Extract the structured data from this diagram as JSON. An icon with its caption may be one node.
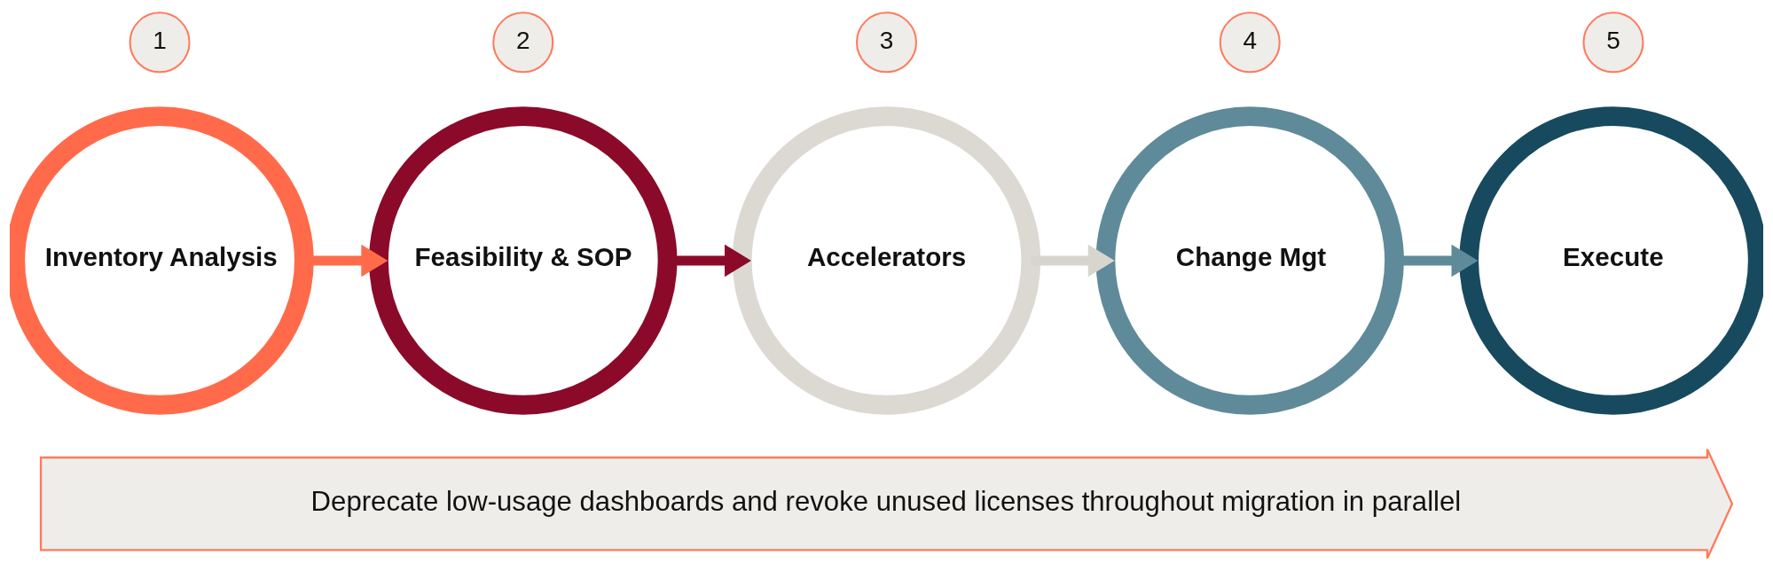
{
  "diagram": {
    "nodes": [
      {
        "text": [
          "1"
        ]
      },
      {
        "text": [
          "Inventory Analysis"
        ]
      },
      {
        "text": [
          "2"
        ]
      },
      {
        "text": [
          "Feasibility & SOP"
        ]
      },
      {
        "text": [
          "3"
        ]
      },
      {
        "text": [
          "Accelerators"
        ]
      },
      {
        "text": [
          "4"
        ]
      },
      {
        "text": [
          "Change Mgt"
        ]
      },
      {
        "text": [
          "5"
        ]
      },
      {
        "text": [
          "Execute"
        ]
      },
      {
        "text": [
          "Deprecate low-usage dashboards and revoke unused licenses throughout migration in parallel"
        ]
      }
    ],
    "edges": [
      {
        "from": 1,
        "to": 3,
        "arrow": "to",
        "color": "#ff6b4a"
      },
      {
        "from": 3,
        "to": 5,
        "arrow": "to",
        "color": "#8b0a2a"
      },
      {
        "from": 5,
        "to": 7,
        "arrow": "to",
        "color": "#d8d5cf"
      },
      {
        "from": 7,
        "to": 9,
        "arrow": "to",
        "color": "#5f8a99"
      }
    ]
  }
}
